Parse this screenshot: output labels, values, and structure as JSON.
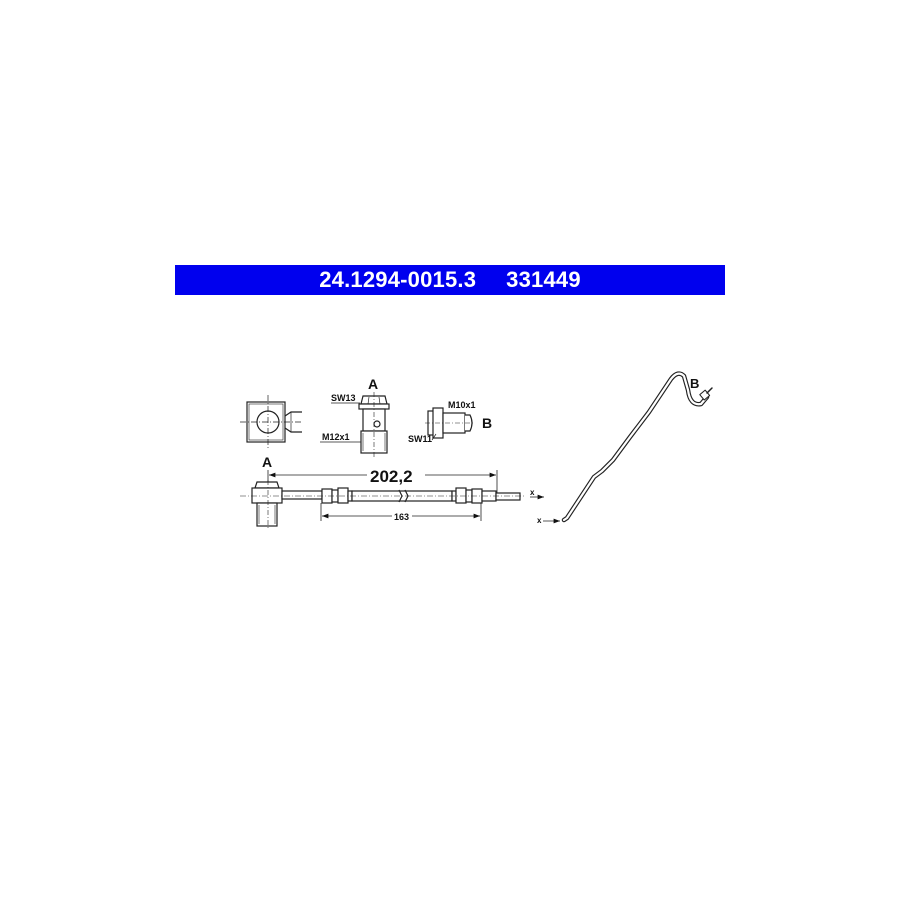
{
  "header": {
    "part_number": "24.1294-0015.3",
    "ref_number": "331449",
    "background_color": "#0000ee",
    "text_color": "#ffffff"
  },
  "drawing": {
    "fitting_a": {
      "label": "A",
      "wrench_size": "SW13",
      "thread": "M12x1"
    },
    "fitting_b": {
      "label": "B",
      "wrench_size": "SW11",
      "thread": "M10x1"
    },
    "hose_view": {
      "end_label": "A",
      "overall_length": "202,2",
      "hose_length": "163",
      "axis_marker_1": "x",
      "axis_marker_2": "x"
    },
    "pipe_view": {
      "end_label": "B",
      "axis_marker": "x"
    }
  }
}
